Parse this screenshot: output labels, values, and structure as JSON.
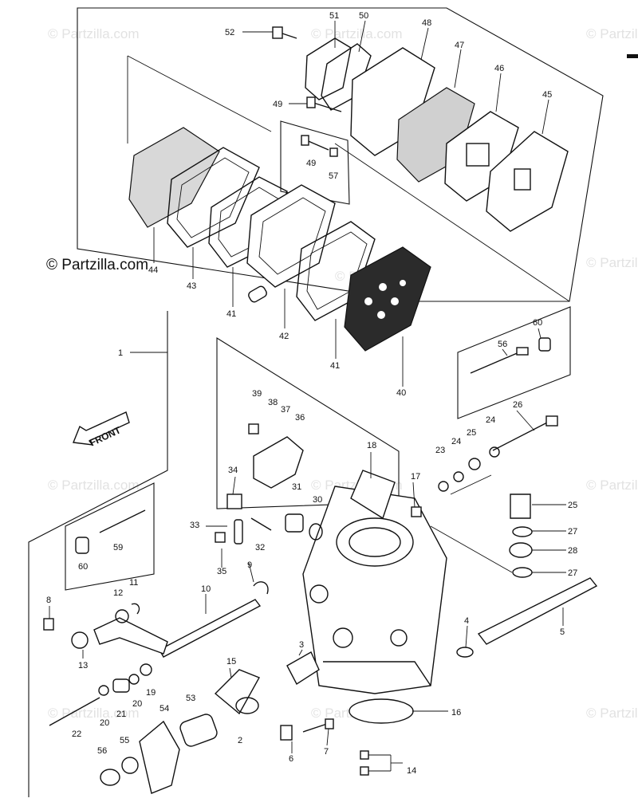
{
  "watermark": {
    "text": "© Partzilla.com",
    "prominent_text": "© Partzilla.com"
  },
  "front_label": "FRONT",
  "callouts": [
    {
      "id": "c1",
      "text": "1"
    },
    {
      "id": "c2",
      "text": "2"
    },
    {
      "id": "c3",
      "text": "3"
    },
    {
      "id": "c4",
      "text": "4"
    },
    {
      "id": "c5",
      "text": "5"
    },
    {
      "id": "c6",
      "text": "6"
    },
    {
      "id": "c7",
      "text": "7"
    },
    {
      "id": "c8",
      "text": "8"
    },
    {
      "id": "c9",
      "text": "9"
    },
    {
      "id": "c10",
      "text": "10"
    },
    {
      "id": "c11",
      "text": "11"
    },
    {
      "id": "c12",
      "text": "12"
    },
    {
      "id": "c13",
      "text": "13"
    },
    {
      "id": "c14",
      "text": "14"
    },
    {
      "id": "c15",
      "text": "15"
    },
    {
      "id": "c16",
      "text": "16"
    },
    {
      "id": "c17",
      "text": "17"
    },
    {
      "id": "c18",
      "text": "18"
    },
    {
      "id": "c19",
      "text": "19"
    },
    {
      "id": "c20a",
      "text": "20"
    },
    {
      "id": "c20b",
      "text": "20"
    },
    {
      "id": "c21",
      "text": "21"
    },
    {
      "id": "c22",
      "text": "22"
    },
    {
      "id": "c23",
      "text": "23"
    },
    {
      "id": "c24a",
      "text": "24"
    },
    {
      "id": "c24b",
      "text": "24"
    },
    {
      "id": "c25a",
      "text": "25"
    },
    {
      "id": "c25b",
      "text": "25"
    },
    {
      "id": "c26",
      "text": "26"
    },
    {
      "id": "c27a",
      "text": "27"
    },
    {
      "id": "c27b",
      "text": "27"
    },
    {
      "id": "c28",
      "text": "28"
    },
    {
      "id": "c30",
      "text": "30"
    },
    {
      "id": "c31",
      "text": "31"
    },
    {
      "id": "c32",
      "text": "32"
    },
    {
      "id": "c33",
      "text": "33"
    },
    {
      "id": "c34",
      "text": "34"
    },
    {
      "id": "c35",
      "text": "35"
    },
    {
      "id": "c36",
      "text": "36"
    },
    {
      "id": "c37",
      "text": "37"
    },
    {
      "id": "c38",
      "text": "38"
    },
    {
      "id": "c39",
      "text": "39"
    },
    {
      "id": "c40",
      "text": "40"
    },
    {
      "id": "c41a",
      "text": "41"
    },
    {
      "id": "c41b",
      "text": "41"
    },
    {
      "id": "c42",
      "text": "42"
    },
    {
      "id": "c43",
      "text": "43"
    },
    {
      "id": "c44",
      "text": "44"
    },
    {
      "id": "c45",
      "text": "45"
    },
    {
      "id": "c46",
      "text": "46"
    },
    {
      "id": "c47",
      "text": "47"
    },
    {
      "id": "c48",
      "text": "48"
    },
    {
      "id": "c49a",
      "text": "49"
    },
    {
      "id": "c49b",
      "text": "49"
    },
    {
      "id": "c50",
      "text": "50"
    },
    {
      "id": "c51",
      "text": "51"
    },
    {
      "id": "c52",
      "text": "52"
    },
    {
      "id": "c53",
      "text": "53"
    },
    {
      "id": "c54",
      "text": "54"
    },
    {
      "id": "c55",
      "text": "55"
    },
    {
      "id": "c56a",
      "text": "56"
    },
    {
      "id": "c56b",
      "text": "56"
    },
    {
      "id": "c57",
      "text": "57"
    },
    {
      "id": "c59",
      "text": "59"
    },
    {
      "id": "c60a",
      "text": "60"
    },
    {
      "id": "c60b",
      "text": "60"
    }
  ]
}
